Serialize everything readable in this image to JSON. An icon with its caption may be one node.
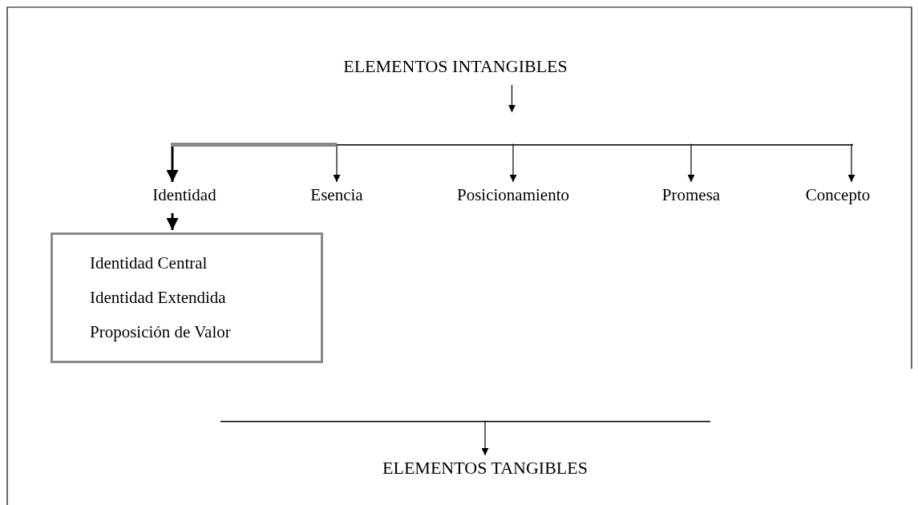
{
  "diagram": {
    "nodes": [
      {
        "text": [
          "ELEMENTOS INTANGIBLES"
        ]
      },
      {
        "text": [],
        "shape": "bar"
      },
      {
        "text": [
          "Identidad"
        ]
      },
      {
        "text": [
          "Esencia"
        ]
      },
      {
        "text": [
          "Posicionamiento"
        ]
      },
      {
        "text": [
          "Promesa"
        ]
      },
      {
        "text": [
          "Concepto"
        ]
      },
      {
        "text": [
          "Identidad Central",
          "Identidad Extendida",
          "Proposición de Valor"
        ]
      },
      {
        "text": [],
        "shape": "bar"
      },
      {
        "text": [
          "ELEMENTOS TANGIBLES"
        ]
      }
    ],
    "edges": [
      {
        "from": 0,
        "to": 1,
        "arrow": "to"
      },
      {
        "from": 1,
        "to": 2,
        "arrow": "to",
        "style": "thick"
      },
      {
        "from": 1,
        "to": 3,
        "arrow": "to"
      },
      {
        "from": 1,
        "to": 4,
        "arrow": "to"
      },
      {
        "from": 1,
        "to": 5,
        "arrow": "to"
      },
      {
        "from": 1,
        "to": 6,
        "arrow": "to"
      },
      {
        "from": 2,
        "to": 7,
        "arrow": "to",
        "style": "thick"
      },
      {
        "from": 8,
        "to": 9,
        "arrow": "to"
      }
    ]
  }
}
